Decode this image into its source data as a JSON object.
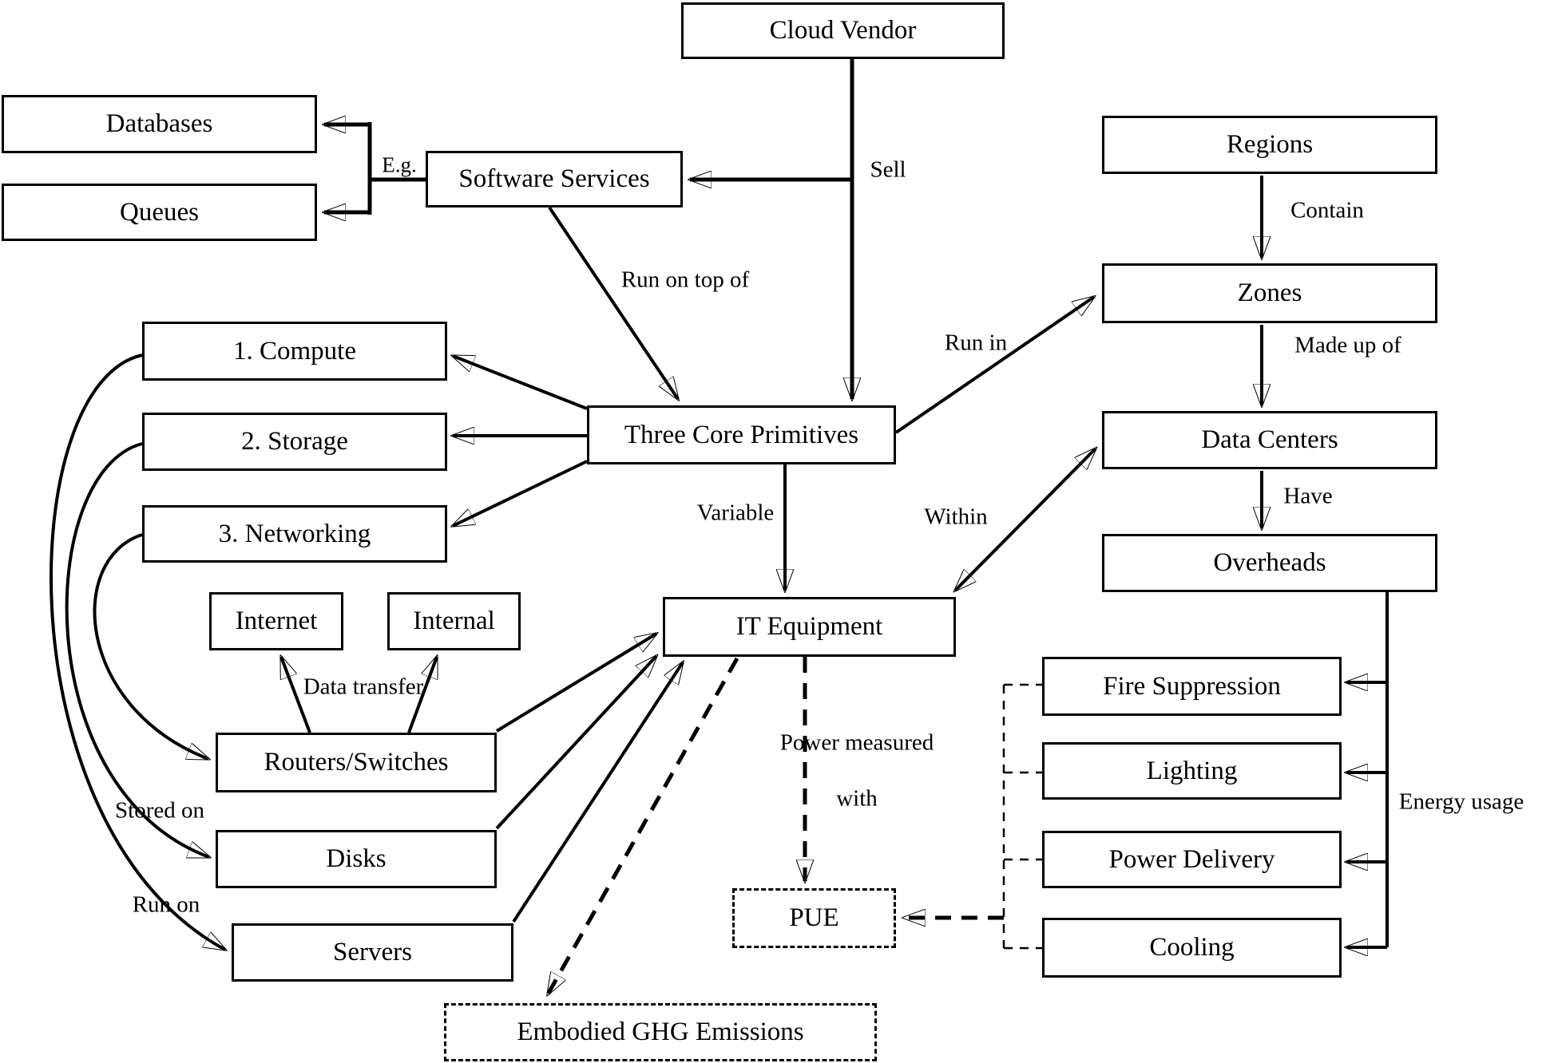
{
  "diagram": {
    "colors": {
      "background": "#ffffff",
      "line": "#000000",
      "text": "#000000"
    },
    "nodes": {
      "cloud_vendor": {
        "label": "Cloud Vendor"
      },
      "databases": {
        "label": "Databases"
      },
      "queues": {
        "label": "Queues"
      },
      "software_services": {
        "label": "Software Services"
      },
      "regions": {
        "label": "Regions"
      },
      "zones": {
        "label": "Zones"
      },
      "data_centers": {
        "label": "Data Centers"
      },
      "overheads": {
        "label": "Overheads"
      },
      "three_core_primitives": {
        "label": "Three Core Primitives"
      },
      "compute": {
        "label": "1. Compute"
      },
      "storage": {
        "label": "2. Storage"
      },
      "networking": {
        "label": "3. Networking"
      },
      "internet": {
        "label": "Internet"
      },
      "internal": {
        "label": "Internal"
      },
      "routers_switches": {
        "label": "Routers/Switches"
      },
      "disks": {
        "label": "Disks"
      },
      "servers": {
        "label": "Servers"
      },
      "it_equipment": {
        "label": "IT Equipment"
      },
      "fire_suppression": {
        "label": "Fire Suppression"
      },
      "lighting": {
        "label": "Lighting"
      },
      "power_delivery": {
        "label": "Power Delivery"
      },
      "cooling": {
        "label": "Cooling"
      },
      "pue": {
        "label": "PUE"
      },
      "embodied_ghg": {
        "label": "Embodied GHG Emissions"
      }
    },
    "edge_labels": {
      "sell": "Sell",
      "eg": "E.g.",
      "run_on_top_of": "Run on top of",
      "contain": "Contain",
      "run_in": "Run in",
      "made_up_of": "Made up of",
      "variable": "Variable",
      "within": "Within",
      "have": "Have",
      "data_transfer": "Data transfer",
      "stored_on": "Stored on",
      "run_on": "Run on",
      "power_measured_line1": "Power measured",
      "power_measured_line2": "with",
      "energy_usage": "Energy usage"
    }
  }
}
